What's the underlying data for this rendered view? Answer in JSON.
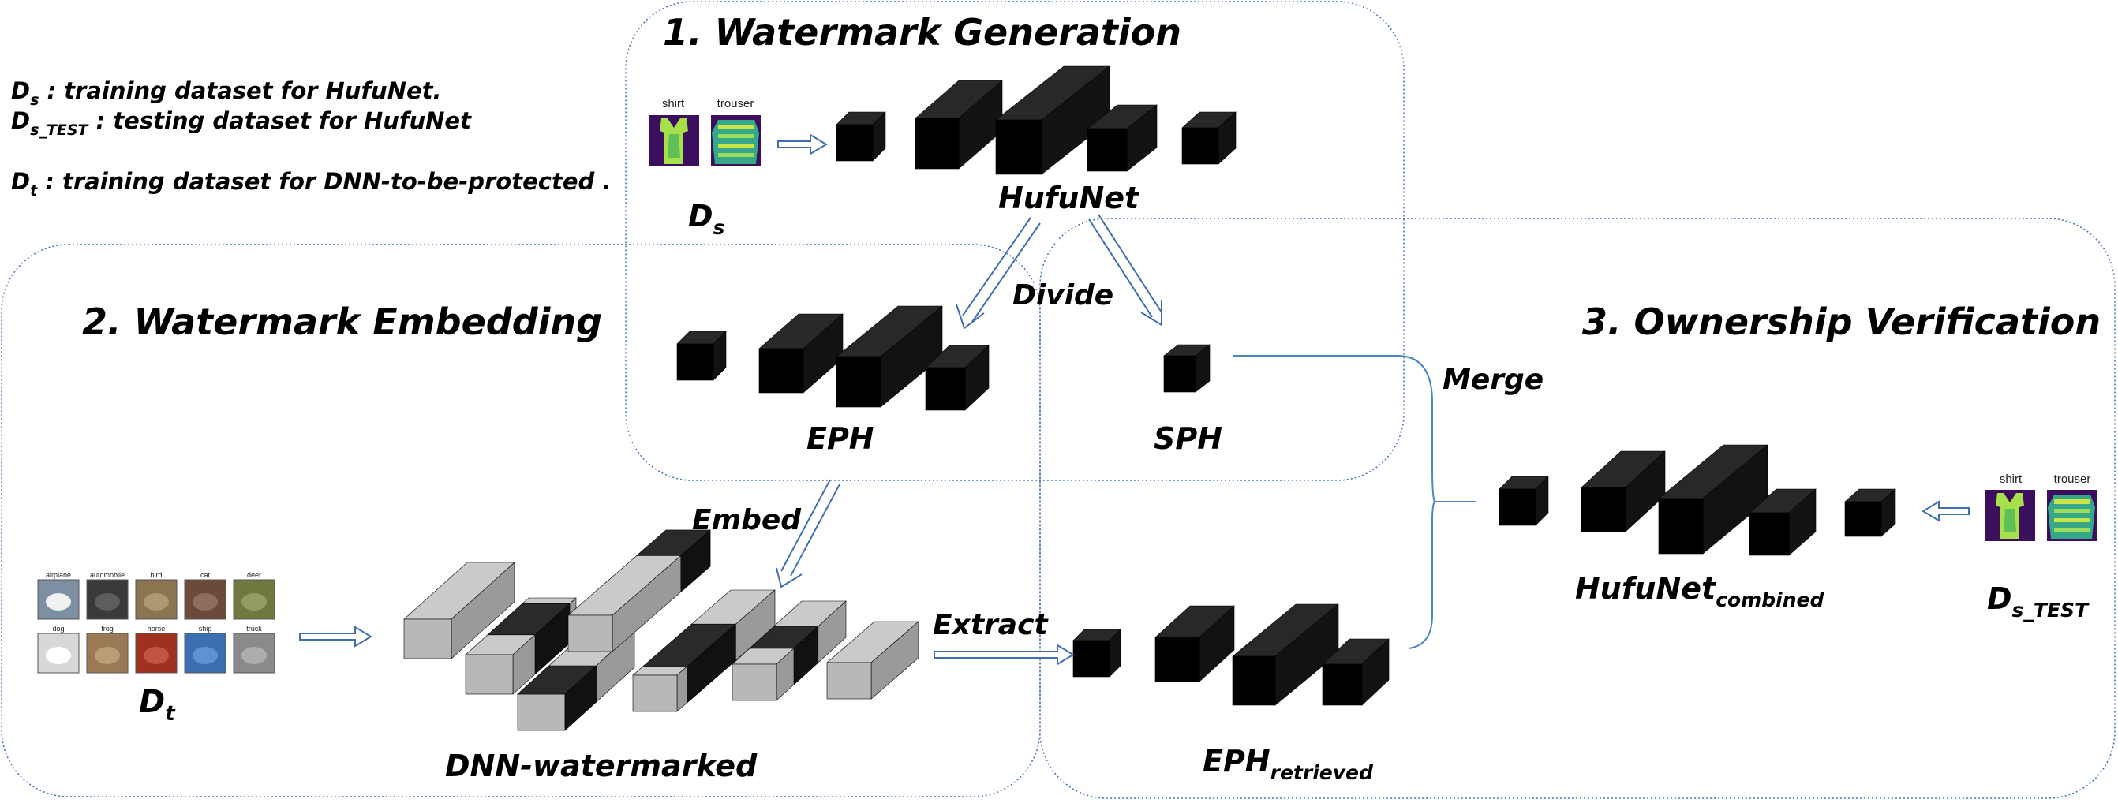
{
  "legend": {
    "ds_sym": "D",
    "ds_sub": "s",
    "ds_text": " : training dataset for HufuNet.",
    "dstest_sym": "D",
    "dstest_sub": "s_TEST",
    "dstest_text": " : testing dataset for HufuNet",
    "dt_sym": "D",
    "dt_sub": "t",
    "dt_text": " : training dataset for DNN-to-be-protected ."
  },
  "sections": {
    "generation": "1. Watermark Generation",
    "embedding": "2. Watermark Embedding",
    "verification": "3. Ownership Verification"
  },
  "labels": {
    "ds_sym": "D",
    "ds_sub": "s",
    "hufunet": "HufuNet",
    "divide": "Divide",
    "eph": "EPH",
    "sph": "SPH",
    "merge": "Merge",
    "embed": "Embed",
    "extract": "Extract",
    "dt_sym": "D",
    "dt_sub": "t",
    "dnn_watermarked": "DNN-watermarked",
    "eph_retrieved_main": "EPH",
    "eph_retrieved_sub": "retrieved",
    "hufunet_combined_main": "HufuNet",
    "hufunet_combined_sub": "combined",
    "dstest_sym": "D",
    "dstest_sub": "s_TEST"
  },
  "fashion_samples": {
    "shirt": "shirt",
    "trouser": "trouser"
  },
  "cifar_samples": [
    "airplane",
    "automobile",
    "bird",
    "cat",
    "deer",
    "dog",
    "frog",
    "horse",
    "ship",
    "truck"
  ],
  "colors": {
    "block_dark": "#000000",
    "block_light": "#b8b8b8",
    "region_border": "#4a78b5",
    "arrow": "#3f6fb0"
  }
}
